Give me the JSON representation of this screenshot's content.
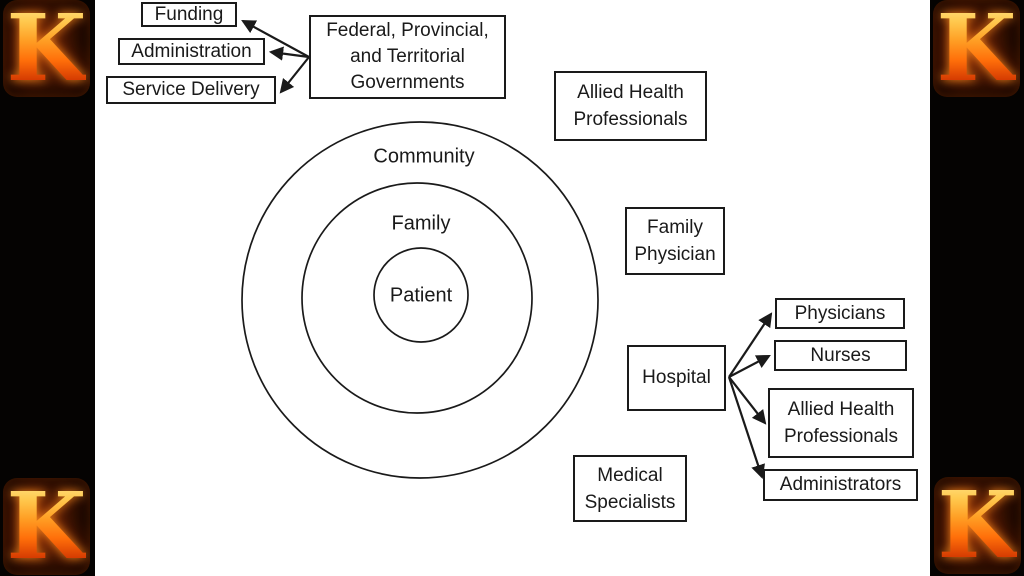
{
  "slide": {
    "background": "#ffffff",
    "bar_color": "#050302",
    "line_color": "#1a1a1a"
  },
  "branding": {
    "letter": "K",
    "flame_colors": [
      "#ffe892",
      "#ff9e24",
      "#ff6f0a",
      "#8a1f00"
    ]
  },
  "government_group": {
    "source_label": "Federal, Provincial,\nand Territorial\nGovernments",
    "targets": {
      "funding": "Funding",
      "administration": "Administration",
      "service_delivery": "Service Delivery"
    }
  },
  "circles": {
    "outer_label": "Community",
    "middle_label": "Family",
    "inner_label": "Patient"
  },
  "standalone_boxes": {
    "allied_health_top": "Allied Health\nProfessionals",
    "family_physician": "Family\nPhysician",
    "medical_specialists": "Medical\nSpecialists"
  },
  "hospital_group": {
    "source_label": "Hospital",
    "targets": {
      "physicians": "Physicians",
      "nurses": "Nurses",
      "allied_health": "Allied Health\nProfessionals",
      "administrators": "Administrators"
    }
  }
}
